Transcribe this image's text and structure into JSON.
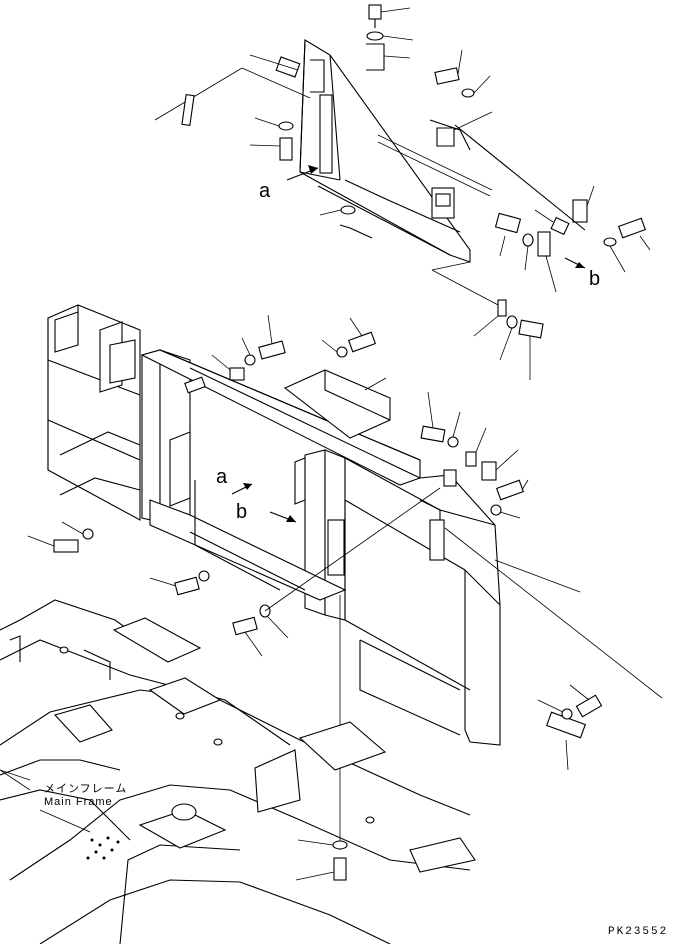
{
  "labels": {
    "arrow_a_upper": "a",
    "arrow_b_upper": "b",
    "arrow_a_lower": "a",
    "arrow_b_lower": "b",
    "main_frame_jp": "メインフレーム",
    "main_frame_en": "Main Frame",
    "drawing_code": "PK23552"
  }
}
